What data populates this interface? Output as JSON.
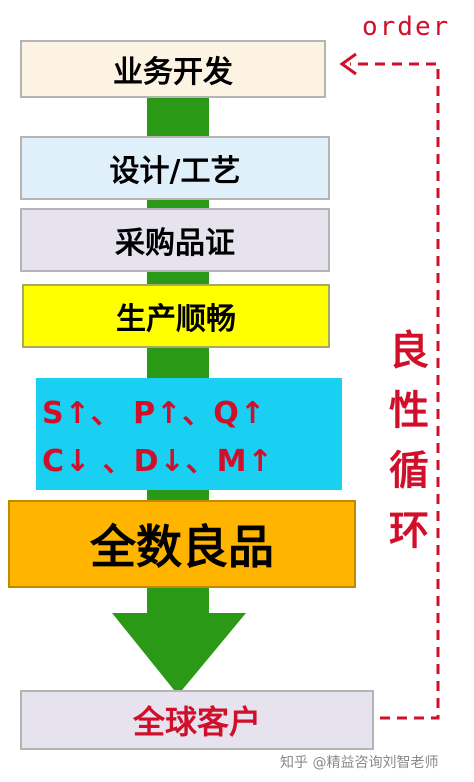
{
  "flow": {
    "business": "业务开发",
    "design": "设计/工艺",
    "procurement": "采购品证",
    "production": "生产顺畅",
    "metrics_line1": "S↑、 P↑、Q↑",
    "metrics_line2": "C↓ 、D↓、M↑",
    "good_products": "全数良品",
    "customers": "全球客户"
  },
  "loop": {
    "order_label": "order",
    "cycle_chars": [
      "良",
      "性",
      "循",
      "环"
    ]
  },
  "watermark": "知乎 @精益咨询刘智老师",
  "colors": {
    "arrow_green": "#2a9a16",
    "loop_red": "#d0102a",
    "box_business": "#fcf3e3",
    "box_design": "#dff0fb",
    "box_procurement": "#e6e3ef",
    "box_production": "#ffff00",
    "box_metrics": "#19cff2",
    "box_good": "#ffb400",
    "box_customers": "#e6e3ef"
  }
}
